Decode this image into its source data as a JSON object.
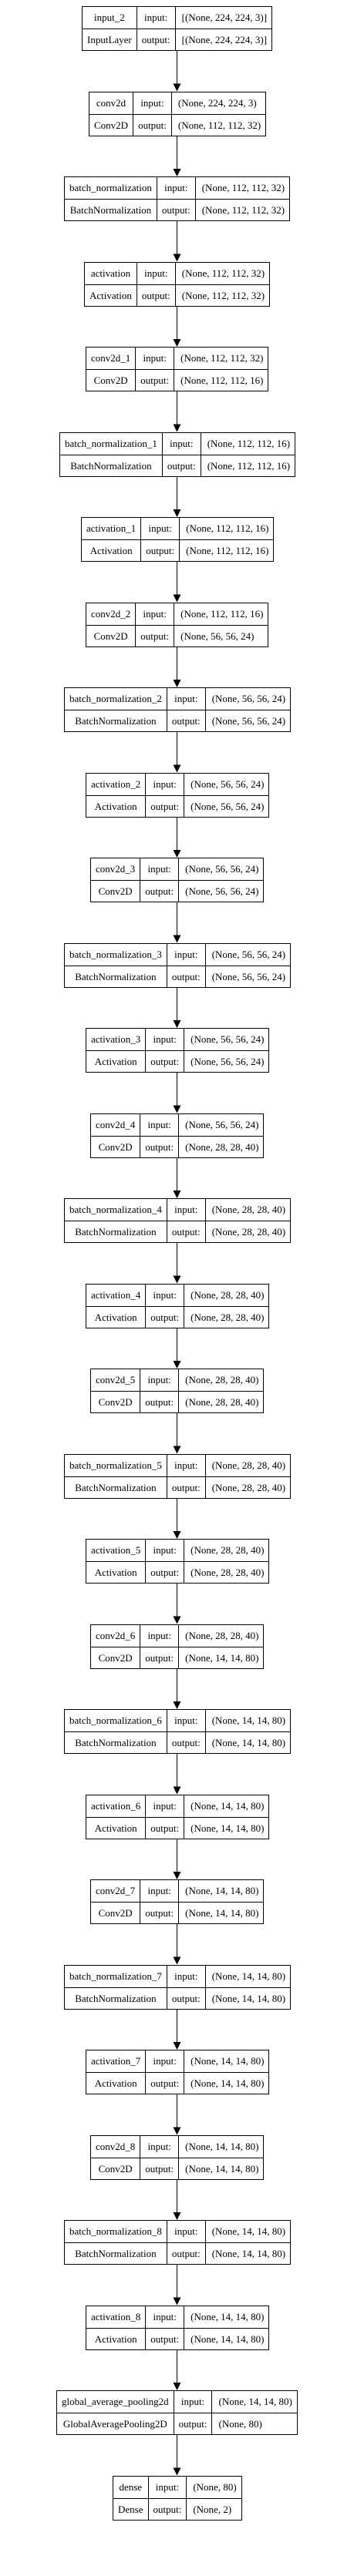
{
  "labels": {
    "input": "input:",
    "output": "output:"
  },
  "layers": [
    {
      "name": "input_2",
      "type": "InputLayer",
      "input": "[(None, 224, 224, 3)]",
      "output": "[(None, 224, 224, 3)]"
    },
    {
      "name": "conv2d",
      "type": "Conv2D",
      "input": "(None, 224, 224, 3)",
      "output": "(None, 112, 112, 32)"
    },
    {
      "name": "batch_normalization",
      "type": "BatchNormalization",
      "input": "(None, 112, 112, 32)",
      "output": "(None, 112, 112, 32)"
    },
    {
      "name": "activation",
      "type": "Activation",
      "input": "(None, 112, 112, 32)",
      "output": "(None, 112, 112, 32)"
    },
    {
      "name": "conv2d_1",
      "type": "Conv2D",
      "input": "(None, 112, 112, 32)",
      "output": "(None, 112, 112, 16)"
    },
    {
      "name": "batch_normalization_1",
      "type": "BatchNormalization",
      "input": "(None, 112, 112, 16)",
      "output": "(None, 112, 112, 16)"
    },
    {
      "name": "activation_1",
      "type": "Activation",
      "input": "(None, 112, 112, 16)",
      "output": "(None, 112, 112, 16)"
    },
    {
      "name": "conv2d_2",
      "type": "Conv2D",
      "input": "(None, 112, 112, 16)",
      "output": "(None, 56, 56, 24)"
    },
    {
      "name": "batch_normalization_2",
      "type": "BatchNormalization",
      "input": "(None, 56, 56, 24)",
      "output": "(None, 56, 56, 24)"
    },
    {
      "name": "activation_2",
      "type": "Activation",
      "input": "(None, 56, 56, 24)",
      "output": "(None, 56, 56, 24)"
    },
    {
      "name": "conv2d_3",
      "type": "Conv2D",
      "input": "(None, 56, 56, 24)",
      "output": "(None, 56, 56, 24)"
    },
    {
      "name": "batch_normalization_3",
      "type": "BatchNormalization",
      "input": "(None, 56, 56, 24)",
      "output": "(None, 56, 56, 24)"
    },
    {
      "name": "activation_3",
      "type": "Activation",
      "input": "(None, 56, 56, 24)",
      "output": "(None, 56, 56, 24)"
    },
    {
      "name": "conv2d_4",
      "type": "Conv2D",
      "input": "(None, 56, 56, 24)",
      "output": "(None, 28, 28, 40)"
    },
    {
      "name": "batch_normalization_4",
      "type": "BatchNormalization",
      "input": "(None, 28, 28, 40)",
      "output": "(None, 28, 28, 40)"
    },
    {
      "name": "activation_4",
      "type": "Activation",
      "input": "(None, 28, 28, 40)",
      "output": "(None, 28, 28, 40)"
    },
    {
      "name": "conv2d_5",
      "type": "Conv2D",
      "input": "(None, 28, 28, 40)",
      "output": "(None, 28, 28, 40)"
    },
    {
      "name": "batch_normalization_5",
      "type": "BatchNormalization",
      "input": "(None, 28, 28, 40)",
      "output": "(None, 28, 28, 40)"
    },
    {
      "name": "activation_5",
      "type": "Activation",
      "input": "(None, 28, 28, 40)",
      "output": "(None, 28, 28, 40)"
    },
    {
      "name": "conv2d_6",
      "type": "Conv2D",
      "input": "(None, 28, 28, 40)",
      "output": "(None, 14, 14, 80)"
    },
    {
      "name": "batch_normalization_6",
      "type": "BatchNormalization",
      "input": "(None, 14, 14, 80)",
      "output": "(None, 14, 14, 80)"
    },
    {
      "name": "activation_6",
      "type": "Activation",
      "input": "(None, 14, 14, 80)",
      "output": "(None, 14, 14, 80)"
    },
    {
      "name": "conv2d_7",
      "type": "Conv2D",
      "input": "(None, 14, 14, 80)",
      "output": "(None, 14, 14, 80)"
    },
    {
      "name": "batch_normalization_7",
      "type": "BatchNormalization",
      "input": "(None, 14, 14, 80)",
      "output": "(None, 14, 14, 80)"
    },
    {
      "name": "activation_7",
      "type": "Activation",
      "input": "(None, 14, 14, 80)",
      "output": "(None, 14, 14, 80)"
    },
    {
      "name": "conv2d_8",
      "type": "Conv2D",
      "input": "(None, 14, 14, 80)",
      "output": "(None, 14, 14, 80)"
    },
    {
      "name": "batch_normalization_8",
      "type": "BatchNormalization",
      "input": "(None, 14, 14, 80)",
      "output": "(None, 14, 14, 80)"
    },
    {
      "name": "activation_8",
      "type": "Activation",
      "input": "(None, 14, 14, 80)",
      "output": "(None, 14, 14, 80)"
    },
    {
      "name": "global_average_pooling2d",
      "type": "GlobalAveragePooling2D",
      "input": "(None, 14, 14, 80)",
      "output": "(None, 80)"
    },
    {
      "name": "dense",
      "type": "Dense",
      "input": "(None, 80)",
      "output": "(None, 2)"
    }
  ]
}
